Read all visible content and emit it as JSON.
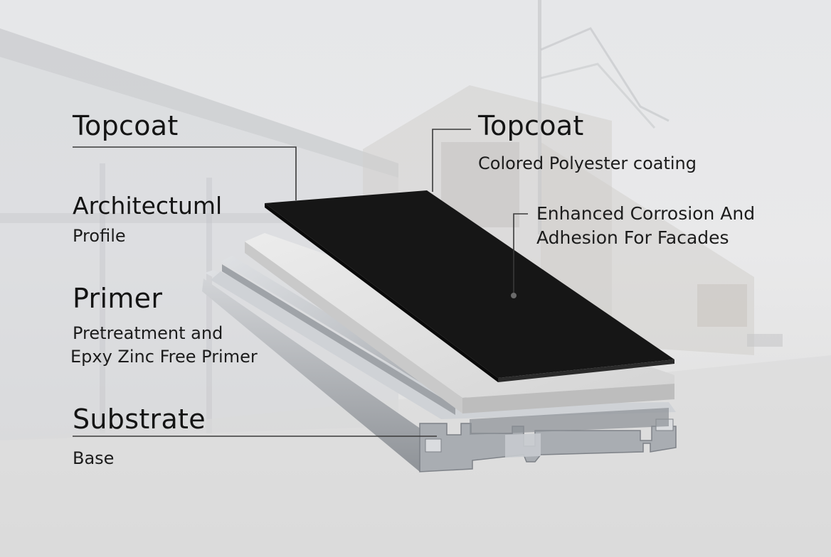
{
  "left_labels": {
    "topcoat_title": "Topcoat",
    "profile_title": "Architectuml",
    "profile_sub": "Profile",
    "primer_title": "Primer",
    "primer_sub_line1": "Pretreatment and",
    "primer_sub_line2": "Epxy Zinc Free Primer",
    "substrate_title": "Substrate",
    "substrate_sub": "Base"
  },
  "right_labels": {
    "topcoat_title": "Topcoat",
    "topcoat_sub": "Colored Polyester coating",
    "corrosion_line1": "Enhanced Corrosion And",
    "corrosion_line2": "Adhesion For Facades"
  },
  "colors": {
    "topcoat_layer": "#161616",
    "primer_layer": "#dcdcdc",
    "substrate_metal": "#b9bcc0",
    "leader_line": "#3a3a3a"
  }
}
